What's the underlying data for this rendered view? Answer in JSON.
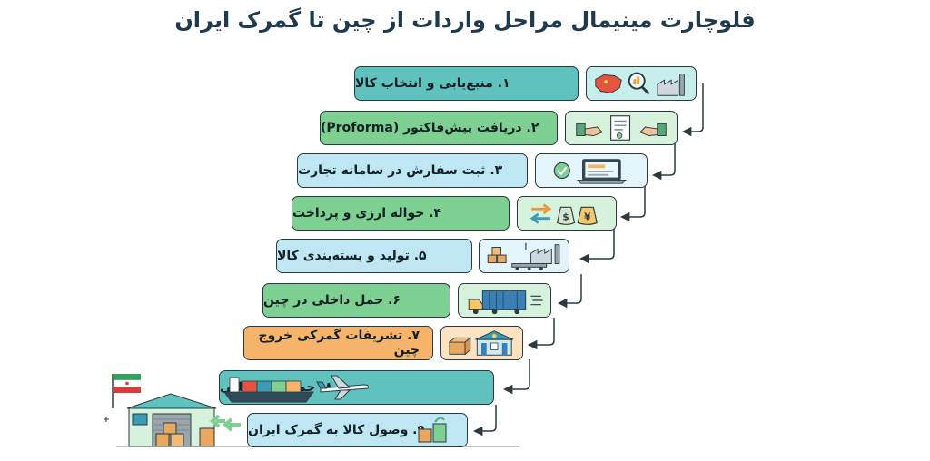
{
  "title": "فلوچارت مینیمال مراحل واردات از چین تا گمرک ایران",
  "steps": [
    {
      "label": "۱. منبع‌یابی و انتخاب کالا",
      "icon": "china-map-magnifier-factory-icon",
      "color": "#5fc2bf"
    },
    {
      "label": "۲. دریافت پیش‌فاکتور (Proforma)",
      "icon": "handshake-invoice-icon",
      "color": "#7ecf92"
    },
    {
      "label": "۳. ثبت سفارش در سامانه تجارت",
      "icon": "laptop-check-icon",
      "color": "#bfe6f3"
    },
    {
      "label": "۴. حواله ارزی و پرداخت",
      "icon": "money-transfer-bags-icon",
      "color": "#7ecf92"
    },
    {
      "label": "۵. تولید و بسته‌بندی کالا",
      "icon": "factory-packaging-icon",
      "color": "#bfe6f3"
    },
    {
      "label": "۶. حمل داخلی در چین",
      "icon": "container-truck-icon",
      "color": "#7ecf92"
    },
    {
      "label": "۷. تشریفات گمرکی خروج چین",
      "icon": "customs-house-box-icon",
      "color": "#f6b36a"
    },
    {
      "label": "۸. حمل بین‌المللی",
      "icon": "cargo-ship-airplane-icon",
      "color": "#5fc2bf"
    },
    {
      "label": "۹. وصول کالا به گمرک ایران",
      "icon": "warehouse-delivery-icon",
      "color": "#bfe6f3"
    }
  ],
  "scene": {
    "icon": "iran-customs-warehouse-flag-icon"
  }
}
